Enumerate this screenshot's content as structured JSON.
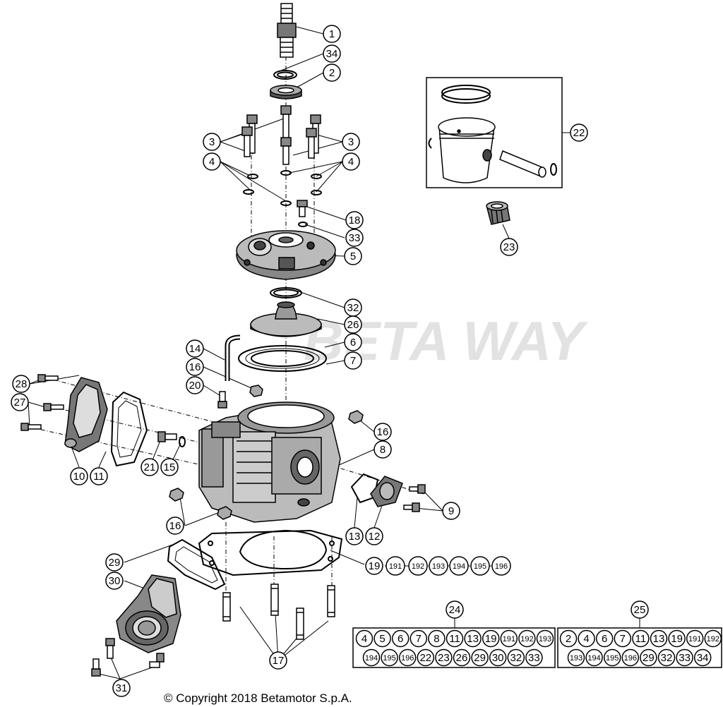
{
  "copyright": "© Copyright 2018 Betamotor S.p.A.",
  "watermark": "BETA WAY",
  "callouts": {
    "c1": "1",
    "c34": "34",
    "c2": "2",
    "c3a": "3",
    "c3b": "3",
    "c4a": "4",
    "c4b": "4",
    "c18": "18",
    "c33": "33",
    "c5": "5",
    "c32": "32",
    "c26": "26",
    "c6": "6",
    "c7": "7",
    "c14": "14",
    "c16a": "16",
    "c20": "20",
    "c28": "28",
    "c27": "27",
    "c10": "10",
    "c11": "11",
    "c21": "21",
    "c15": "15",
    "c16b": "16",
    "c8": "8",
    "c9": "9",
    "c13": "13",
    "c12": "12",
    "c16c": "16",
    "c29": "29",
    "c30": "30",
    "c31": "31",
    "c17": "17",
    "c22": "22",
    "c23": "23",
    "c24": "24",
    "c25": "25"
  },
  "chain19": [
    "19",
    "191",
    "192",
    "193",
    "194",
    "195",
    "196"
  ],
  "kit24": {
    "row1": [
      "4",
      "5",
      "6",
      "7",
      "8",
      "11",
      "13",
      "19",
      "191",
      "192",
      "193"
    ],
    "row2": [
      "194",
      "195",
      "196",
      "22",
      "23",
      "26",
      "29",
      "30",
      "32",
      "33"
    ]
  },
  "kit25": {
    "row1": [
      "2",
      "4",
      "6",
      "7",
      "11",
      "13",
      "19",
      "191",
      "192"
    ],
    "row2": [
      "193",
      "194",
      "195",
      "196",
      "29",
      "32",
      "33",
      "34"
    ]
  }
}
